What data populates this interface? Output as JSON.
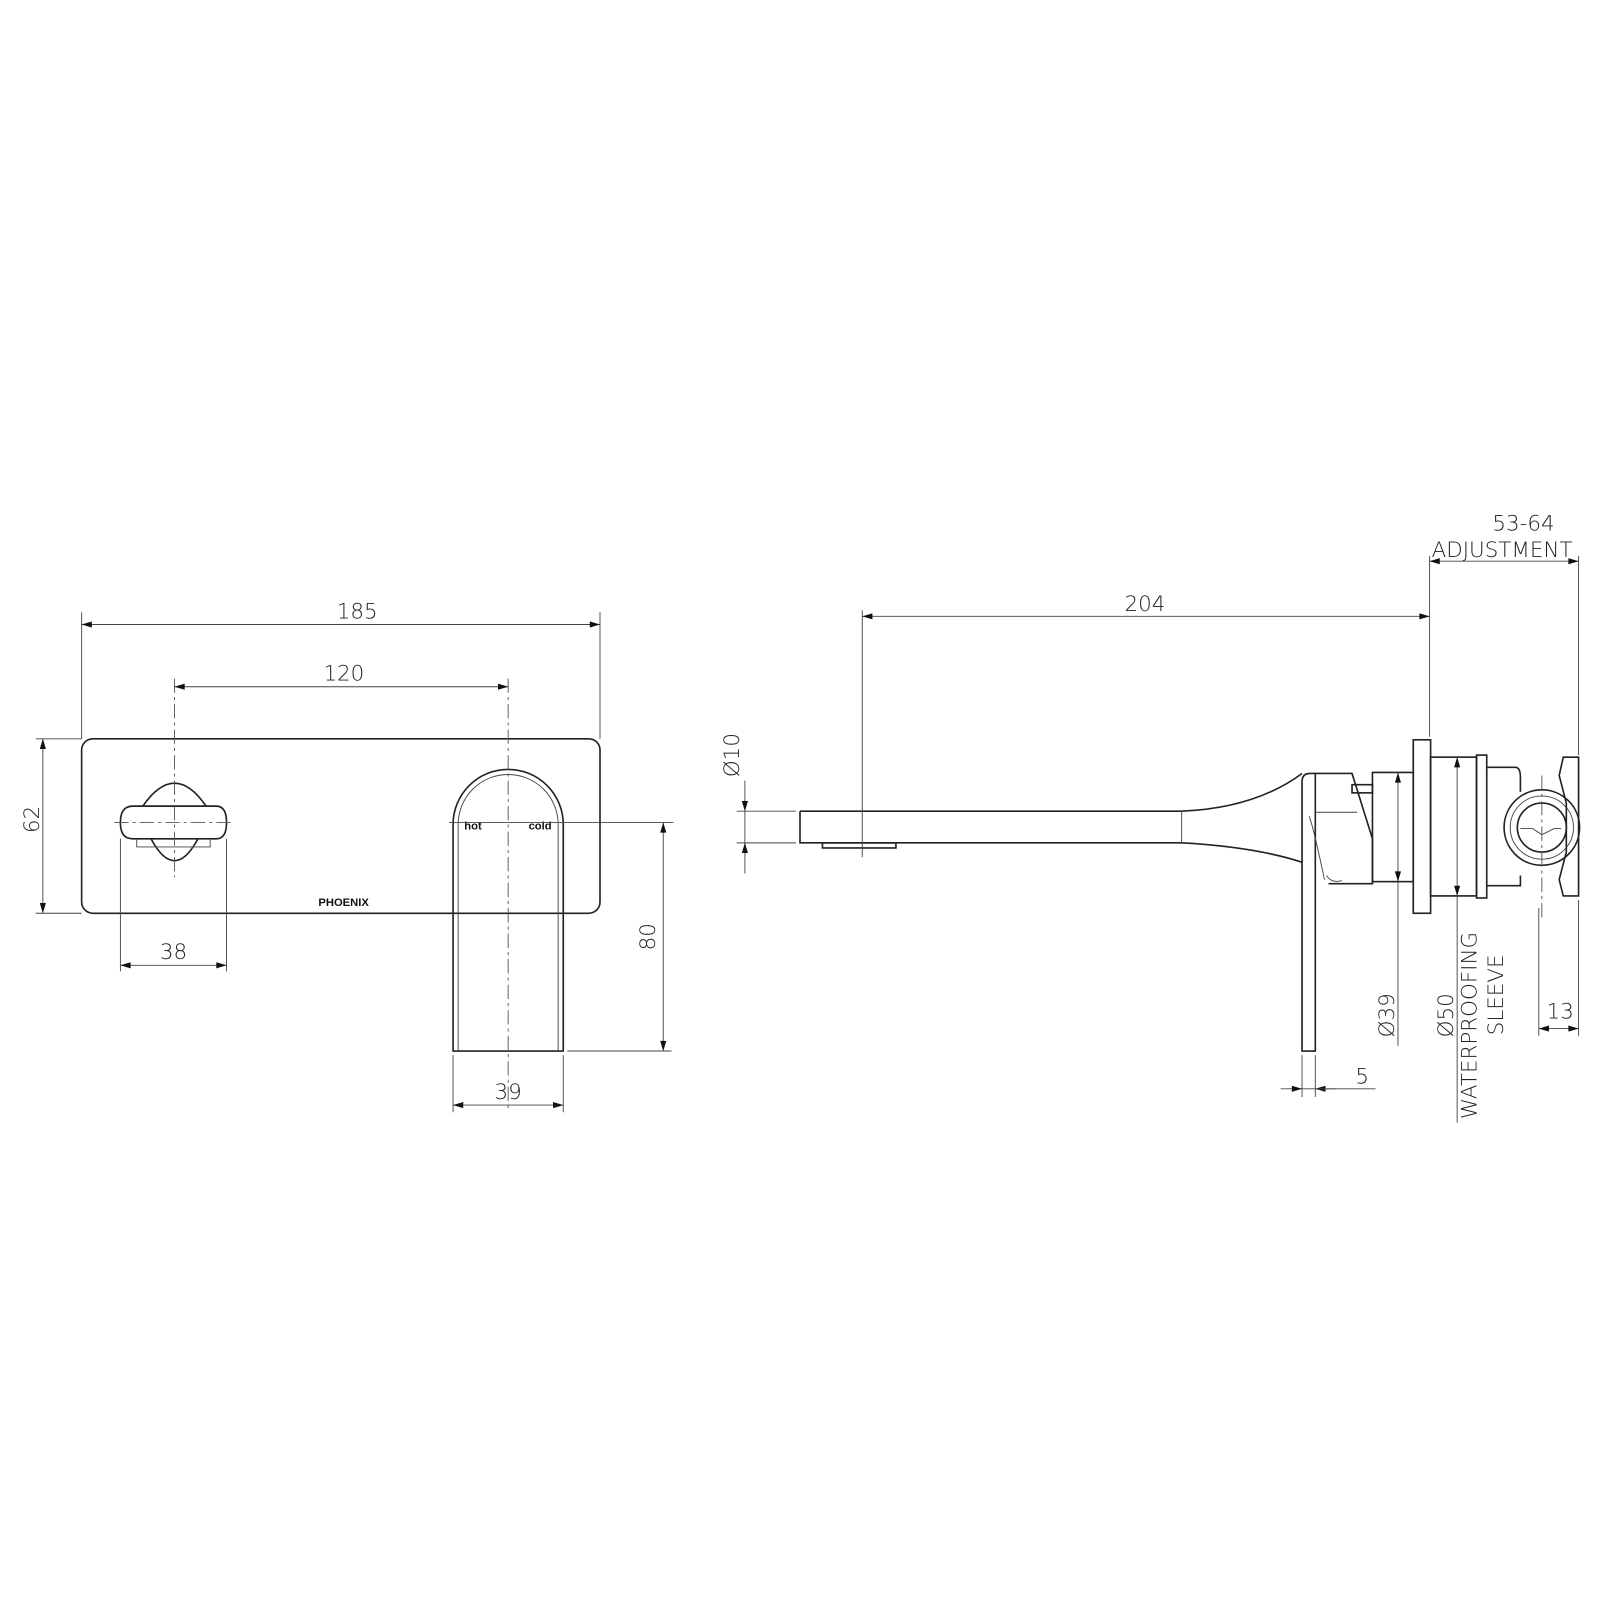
{
  "brand": "PHOENIX",
  "front_view": {
    "labels": {
      "hot": "hot",
      "cold": "cold"
    },
    "dimensions": {
      "overall_width": "185",
      "centres": "120",
      "plate_height": "62",
      "handle_width": "38",
      "spout_projection": "80",
      "spout_width": "39"
    }
  },
  "side_view": {
    "dimensions": {
      "spout_length": "204",
      "adjustment_value": "53-64",
      "adjustment_label": "ADJUSTMENT",
      "spout_diameter": "Ø10",
      "body_diameter": "Ø39",
      "sleeve_diameter": "Ø50",
      "sleeve_label_1": "WATERPROOFING",
      "sleeve_label_2": "SLEEVE",
      "plate_thickness": "5",
      "handle_depth": "13"
    }
  }
}
